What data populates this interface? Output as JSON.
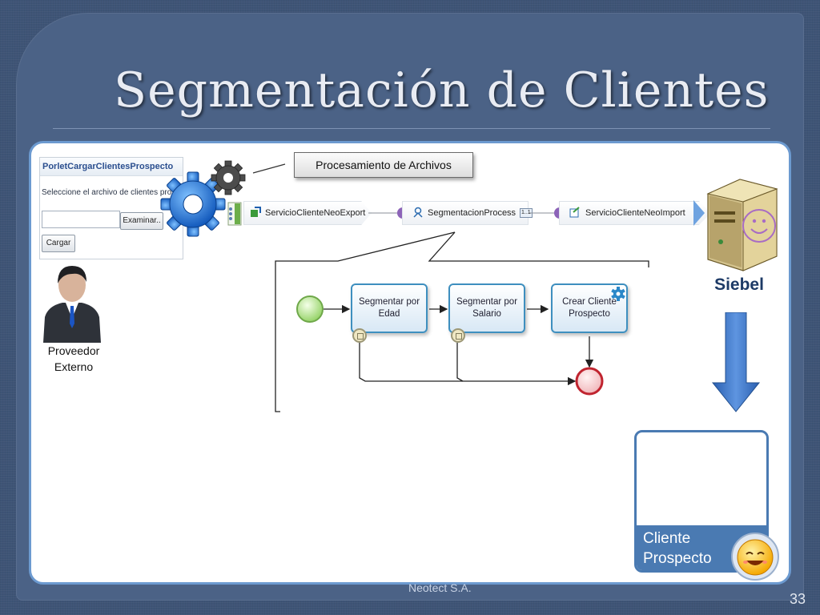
{
  "slide": {
    "title": "Segmentación de Clientes",
    "footer": "Neotect S.A.",
    "page_number": "33"
  },
  "portlet": {
    "title": "PorletCargarClientesProspecto",
    "instruction": "Seleccione el archivo de clientes prospecto.",
    "browse_button": "Examinar..",
    "upload_button": "Cargar"
  },
  "callout": {
    "label": "Procesamiento de Archivos"
  },
  "services": [
    {
      "label": "ServicioClienteNeoExport",
      "icon": "export-icon"
    },
    {
      "label": "SegmentacionProcess",
      "icon": "process-icon",
      "badge": "1..1"
    },
    {
      "label": "ServicioClienteNeoImport",
      "icon": "import-icon"
    }
  ],
  "process": {
    "tasks": [
      {
        "label": "Segmentar por Edad"
      },
      {
        "label": "Segmentar por Salario"
      },
      {
        "label": "Crear Cliente Prospecto"
      }
    ]
  },
  "actors": {
    "provider": "Proveedor Externo",
    "system": "Siebel",
    "result": "Cliente\nProspecto"
  },
  "colors": {
    "background": "#3e5476",
    "frame": "#4b6286",
    "panel_border": "#6c9ad0",
    "task_border": "#3e8fbf",
    "start_event": "#8fd05f",
    "end_event": "#d9414b",
    "arrow": "#3b72c0",
    "card": "#4a7ab2"
  }
}
